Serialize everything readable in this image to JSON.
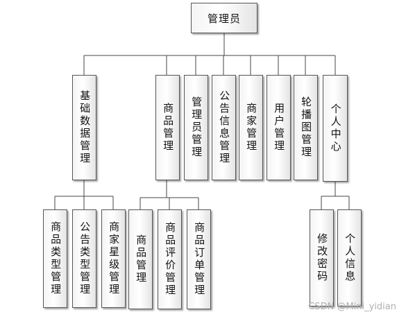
{
  "root": {
    "label": "管理员"
  },
  "level1": [
    {
      "label": "基础数据管理"
    },
    {
      "label": "商品管理"
    },
    {
      "label": "管理员管理"
    },
    {
      "label": "公告信息管理"
    },
    {
      "label": "商家管理"
    },
    {
      "label": "用户管理"
    },
    {
      "label": "轮播图管理"
    },
    {
      "label": "个人中心"
    }
  ],
  "level2_basic": [
    {
      "label": "商品类型管理"
    },
    {
      "label": "公告类型管理"
    },
    {
      "label": "商家星级管理"
    }
  ],
  "level2_goods": [
    {
      "label": "商品管理"
    },
    {
      "label": "商品评价管理"
    },
    {
      "label": "商品订单管理"
    }
  ],
  "level2_personal": [
    {
      "label": "修改密码"
    },
    {
      "label": "个人信息"
    }
  ],
  "watermark": "CSDN @Mini_yidian"
}
